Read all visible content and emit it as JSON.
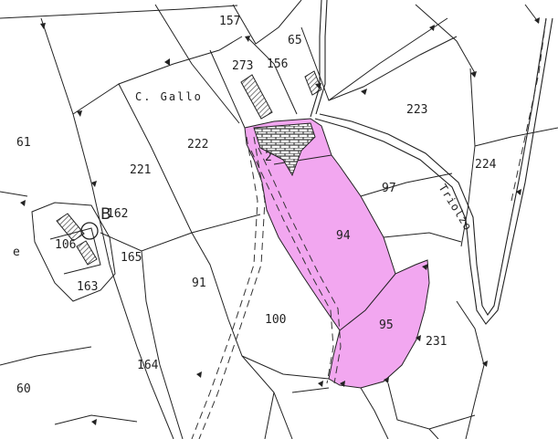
{
  "map": {
    "highlight_color": "#f2a7f0",
    "line_color": "#222222",
    "parcels": [
      {
        "id": "p157",
        "label": "157"
      },
      {
        "id": "p65",
        "label": "65"
      },
      {
        "id": "p273",
        "label": "273"
      },
      {
        "id": "p156",
        "label": "156"
      },
      {
        "id": "p61",
        "label": "61"
      },
      {
        "id": "p222",
        "label": "222"
      },
      {
        "id": "p223",
        "label": "223"
      },
      {
        "id": "p224",
        "label": "224"
      },
      {
        "id": "p221",
        "label": "221"
      },
      {
        "id": "p97",
        "label": "97"
      },
      {
        "id": "p162",
        "label": "162"
      },
      {
        "id": "p94",
        "label": "94"
      },
      {
        "id": "p106",
        "label": "106"
      },
      {
        "id": "p165",
        "label": "165"
      },
      {
        "id": "p163",
        "label": "163"
      },
      {
        "id": "p91",
        "label": "91"
      },
      {
        "id": "p100",
        "label": "100"
      },
      {
        "id": "p95",
        "label": "95"
      },
      {
        "id": "p231",
        "label": "231"
      },
      {
        "id": "p164",
        "label": "164"
      },
      {
        "id": "p60",
        "label": "60"
      },
      {
        "id": "p2x",
        "label": "2"
      },
      {
        "id": "pe",
        "label": "e"
      }
    ],
    "place_names": {
      "locality": "C. Gallo",
      "stream": "Triolzo"
    },
    "sheet_marker": "B"
  }
}
